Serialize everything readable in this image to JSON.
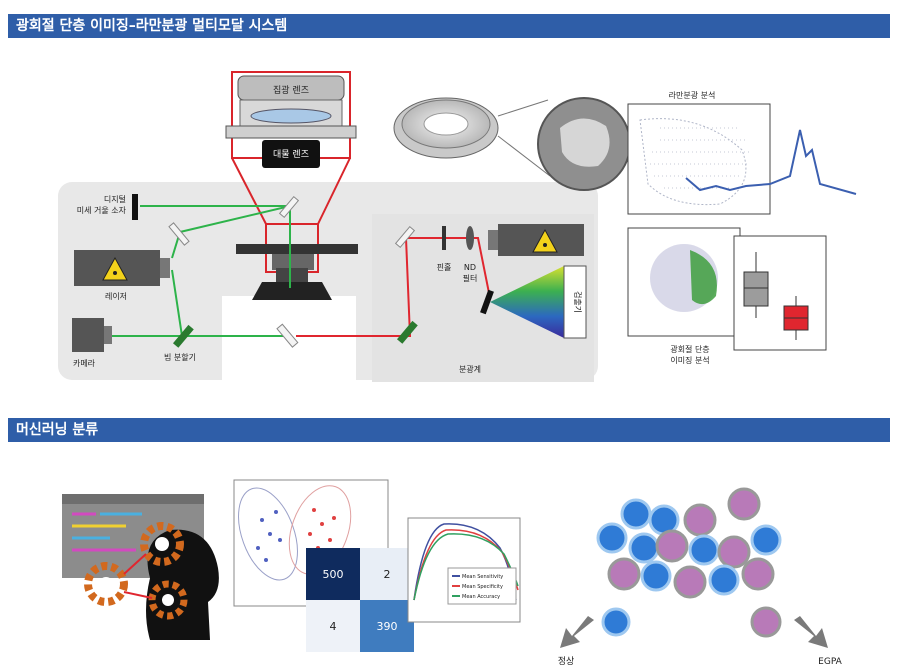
{
  "sections": {
    "top_title": "광회절 단층 이미징–라만분광 멀티모달 시스템",
    "bottom_title": "머신러닝 분류"
  },
  "optics": {
    "condenser_lens": "집광 렌즈",
    "objective_lens": "대물 렌즈",
    "dmd": [
      "디지털",
      "미세 거울 소자"
    ],
    "laser": "레이저",
    "camera": "카메라",
    "beam_splitter": "빔 분할기",
    "pinhole": "핀홀",
    "nd_filter": [
      "ND",
      "필터"
    ],
    "detector": "검출기",
    "spectrometer": "분광계",
    "raman_analysis": "라만분광 분석",
    "odt_analysis": [
      "광회절 단층",
      "이미징 분석"
    ]
  },
  "ml": {
    "confusion_matrix": [
      "500",
      "2",
      "4",
      "390"
    ],
    "legend": [
      "Mean Sensitivity",
      "Mean Specificity",
      "Mean Accuracy"
    ],
    "outputs": {
      "normal": "정상",
      "egpa": "EGPA"
    }
  },
  "colors": {
    "section_bar": "#2f5ea8",
    "gray_box": "#e8e8e8",
    "green_beam": "#2db34a",
    "red_beam": "#e0262f",
    "red_frame": "#d9252b",
    "raman_line": "#3b5fb0",
    "gear": "#d2691e"
  }
}
